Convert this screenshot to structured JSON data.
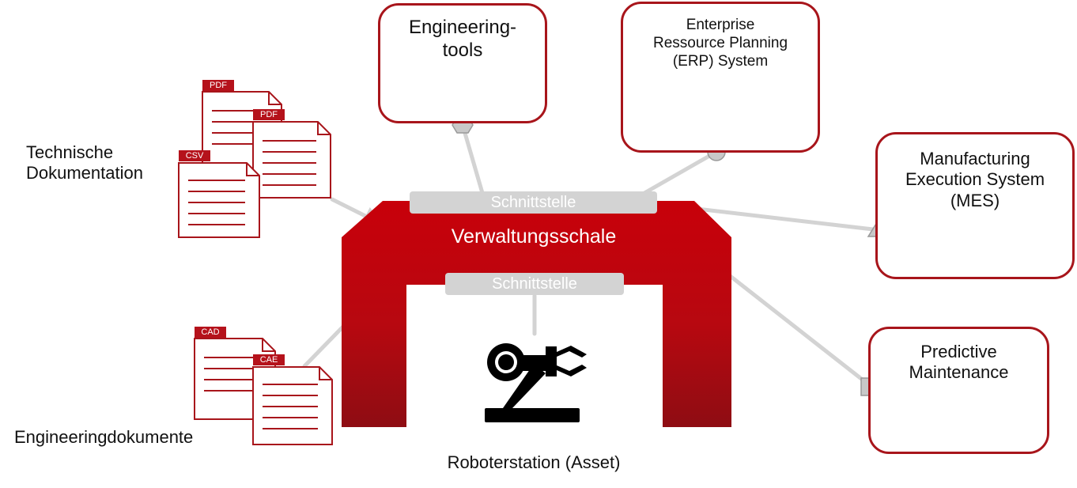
{
  "boxes": {
    "engineering_tools": "Engineering-\ntools",
    "erp": "Enterprise\nRessource Planning\n(ERP) System",
    "mes": "Manufacturing\nExecution System\n(MES)",
    "predictive": "Predictive\nMaintenance"
  },
  "labels": {
    "technische_doku": "Technische\nDokumentation",
    "engineeringdokumente": "Engineeringdokumente",
    "roboterstation": "Roboterstation (Asset)"
  },
  "shell": {
    "title": "Verwaltungsschale",
    "interface_top": "Schnittstelle",
    "interface_inner": "Schnittstelle"
  },
  "doc_tags": {
    "pdf1": "PDF",
    "pdf2": "PDF",
    "csv": "CSV",
    "cad": "CAD",
    "cae": "CAE"
  },
  "colors": {
    "accent": "#a8151b",
    "shell_top": "#c8000a",
    "shell_bottom": "#8e0d13",
    "connector": "#d3d3d3"
  }
}
